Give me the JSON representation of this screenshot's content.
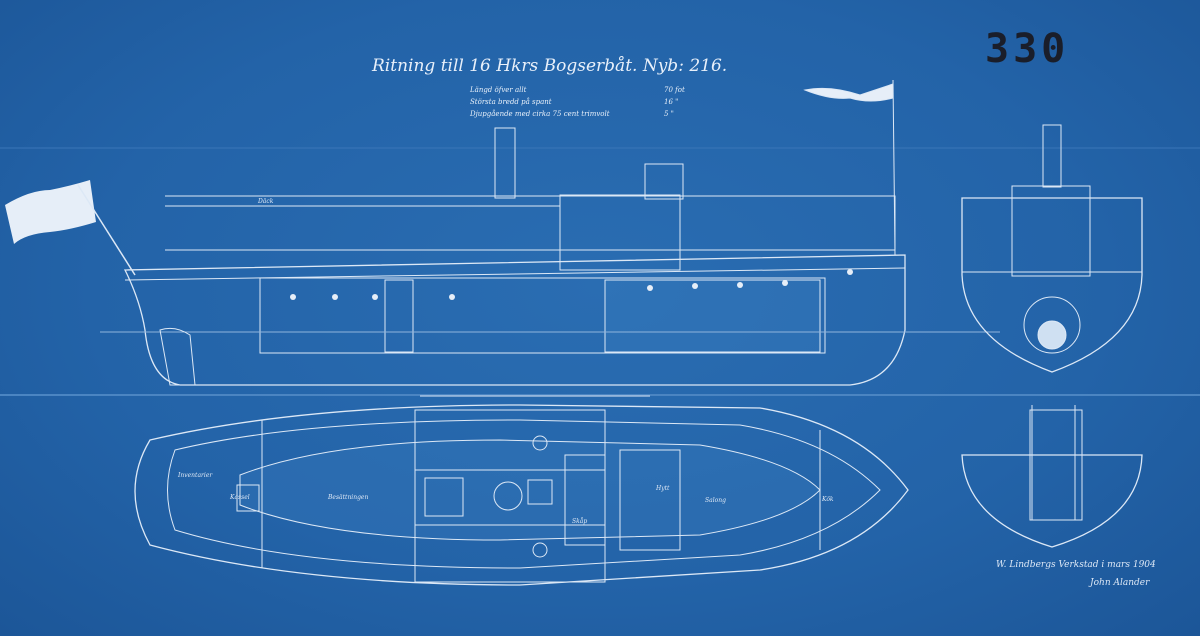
{
  "title": "Ritning till 16 Hkrs Bogserbåt. Nyb: 216.",
  "drawing_number": "330",
  "specifications": [
    {
      "label": "Längd öfver allt",
      "value": "70 fot"
    },
    {
      "label": "Största bredd på spant",
      "value": "16 \""
    },
    {
      "label": "Djupgående med cirka 75 cent trimvolt",
      "value": "5 \""
    }
  ],
  "plan_labels": {
    "inventory": "Inventarier",
    "kassel": "Kassel",
    "crew": "Besättningen",
    "salon": "Salong",
    "cabinet": "Skåp",
    "kitchen": "Kök",
    "cabin": "Hytt",
    "deck": "Däck"
  },
  "signature": {
    "line1": "W. Lindbergs Verkstad i mars 1904",
    "line2": "John Alander"
  },
  "colors": {
    "paper": "#2464a8",
    "line": "#e6eef8",
    "stamp": "#1a1e2a"
  }
}
